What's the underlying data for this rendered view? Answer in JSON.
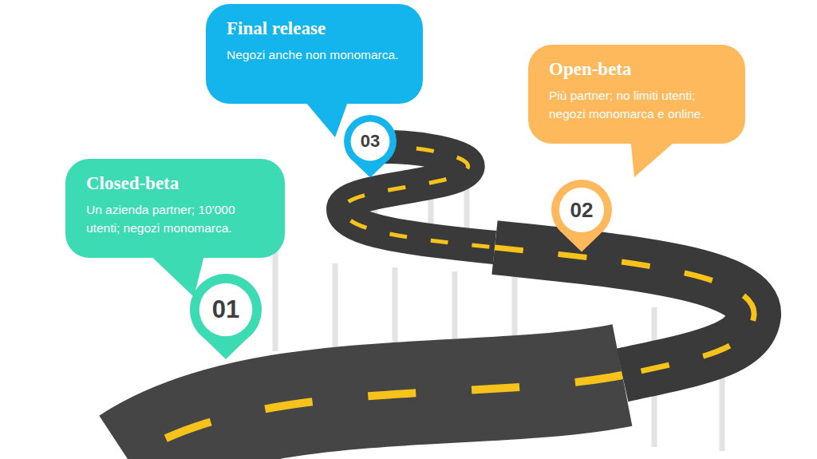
{
  "diagram": {
    "nodes": [
      {
        "text": [
          "Closed-beta",
          "Un azienda partner; 10'000 utenti; negozi monomarca."
        ]
      },
      {
        "text": [
          "01"
        ]
      },
      {
        "text": [
          "Open-beta",
          "Più partner; no limiti utenti; negozi monomarca e online."
        ]
      },
      {
        "text": [
          "02"
        ]
      },
      {
        "text": [
          "Final release",
          "Negozi anche non monomarca."
        ]
      },
      {
        "text": [
          "03"
        ]
      }
    ]
  }
}
